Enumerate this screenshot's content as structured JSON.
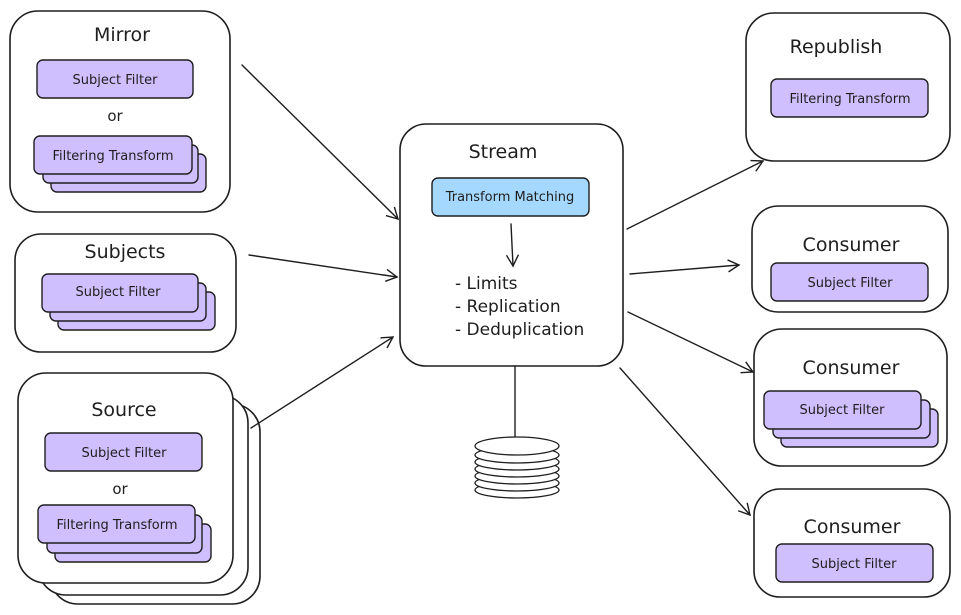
{
  "colors": {
    "stroke": "#1e1e1e",
    "filter_chip": "#d0bfff",
    "transform_chip": "#a5d8ff",
    "background": "#ffffff"
  },
  "inputs": {
    "mirror": {
      "title": "Mirror",
      "chip1": "Subject Filter",
      "or": "or",
      "chip2": "Filtering Transform"
    },
    "subjects": {
      "title": "Subjects",
      "chip1": "Subject Filter"
    },
    "source": {
      "title": "Source",
      "chip1": "Subject Filter",
      "or": "or",
      "chip2": "Filtering Transform"
    }
  },
  "stream": {
    "title": "Stream",
    "transform": "Transform Matching",
    "features": [
      "- Limits",
      "- Replication",
      "- Deduplication"
    ],
    "storage_icon": "disk-stack-icon"
  },
  "outputs": {
    "republish": {
      "title": "Republish",
      "chip1": "Filtering Transform"
    },
    "consumer1": {
      "title": "Consumer",
      "chip1": "Subject Filter"
    },
    "consumer2": {
      "title": "Consumer",
      "chip1": "Subject Filter"
    },
    "consumer3": {
      "title": "Consumer",
      "chip1": "Subject Filter"
    }
  }
}
